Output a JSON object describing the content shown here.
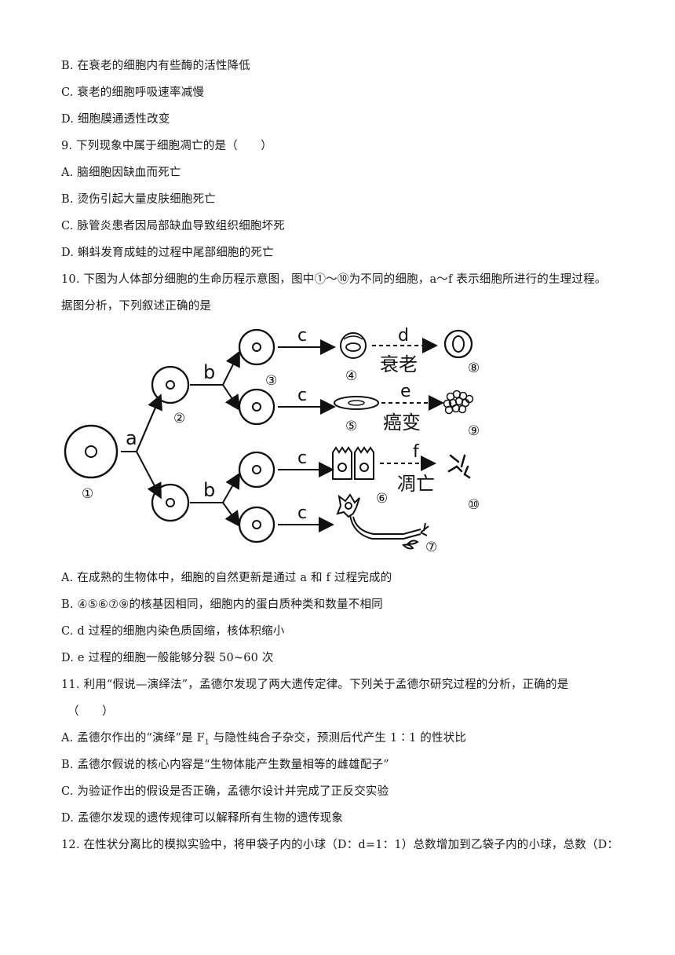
{
  "lines": {
    "l1": "B. 在衰老的细胞内有些酶的活性降低",
    "l2": "C. 衰老的细胞呼吸速率减慢",
    "l3": "D. 细胞膜通透性改变",
    "q9": "9. 下列现象中属于细胞凋亡的是（　　）",
    "q9a": "A. 脑细胞因缺血而死亡",
    "q9b": "B. 烫伤引起大量皮肤细胞死亡",
    "q9c": "C. 脉管炎患者因局部缺血导致组织细胞坏死",
    "q9d": "D. 蝌蚪发育成蛙的过程中尾部细胞的死亡",
    "q10": "10. 下图为人体部分细胞的生命历程示意图，图中①～⑩为不同的细胞，a～f 表示细胞所进行的生理过程。",
    "q10b": "据图分析，下列叙述正确的是",
    "q10a_opt": "A. 在成熟的生物体中，细胞的自然更新是通过 a 和 f 过程完成的",
    "q10b_opt": "B. ④⑤⑥⑦⑨的核基因相同，细胞内的蛋白质种类和数量不相同",
    "q10c_opt": "C. d 过程的细胞内染色质固缩，核体积缩小",
    "q10d_opt": "D. e 过程的细胞一般能够分裂 50~60 次",
    "q11": "11. 利用“假说—演绎法”，孟德尔发现了两大遗传定律。下列关于孟德尔研究过程的分析，正确的是",
    "q11p": "（　　）",
    "q11a_pre": "A. 孟德尔作出的“演绎”是 F",
    "q11a_sub": "1",
    "q11a_post": " 与隐性纯合子杂交，预测后代产生 1∶1 的性状比",
    "q11b": "B. 孟德尔假说的核心内容是“生物体能产生数量相等的雌雄配子”",
    "q11c": "C. 为验证作出的假设是否正确，孟德尔设计并完成了正反交实验",
    "q11d": "D. 孟德尔发现的遗传规律可以解释所有生物的遗传现象",
    "q12": "12. 在性状分离比的模拟实验中，将甲袋子内的小球（D：d=1：1）总数增加到乙袋子内的小球，总数（D："
  },
  "diagram": {
    "process_a": "a",
    "process_b": "b",
    "process_c": "c",
    "process_d": "d",
    "process_e": "e",
    "process_f": "f",
    "cells": [
      "①",
      "②",
      "③",
      "④",
      "⑤",
      "⑥",
      "⑦",
      "⑧",
      "⑨",
      "⑩"
    ],
    "label_aging": "衰老",
    "label_cancer": "癌变",
    "label_apoptosis": "凋亡"
  }
}
